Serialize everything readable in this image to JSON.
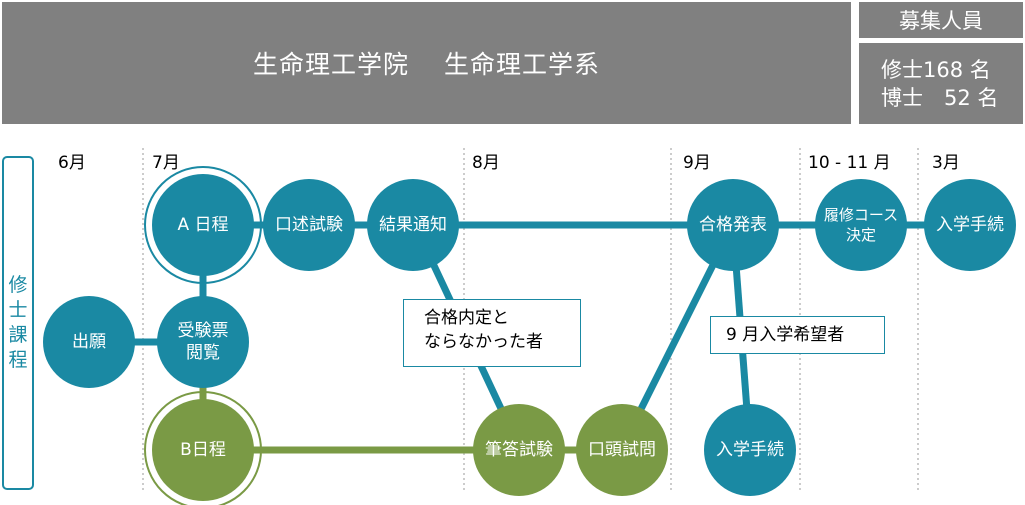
{
  "header": {
    "title_left": "生命理工学院",
    "title_right": "生命理工学系"
  },
  "recruitment": {
    "title": "募集人員",
    "masters": "修士168 名",
    "doctoral": "博士　52 名"
  },
  "course_label": [
    "修",
    "士",
    "課",
    "程"
  ],
  "months": [
    "6月",
    "7月",
    "8月",
    "9月",
    "10 - 11 月",
    "3月"
  ],
  "nodes": {
    "application": "出願",
    "admission_ticket": [
      "受験票",
      "閲覧"
    ],
    "a_schedule": "A 日程",
    "oral_exam": "口述試験",
    "result_notice": "結果通知",
    "pass_announcement": "合格発表",
    "course_decision": [
      "履修コース",
      "決定"
    ],
    "enrollment_march": "入学手続",
    "enrollment_sept": "入学手続",
    "b_schedule": "B日程",
    "written_exam": "筆答試験",
    "oral_interview": "口頭試問"
  },
  "notes": {
    "not_admitted": [
      "合格内定と",
      "ならなかった者"
    ],
    "sept_entry": "9 月入学希望者"
  },
  "colors": {
    "teal": "#1a89a3",
    "green": "#7a9a45",
    "header_gray": "#808080"
  }
}
